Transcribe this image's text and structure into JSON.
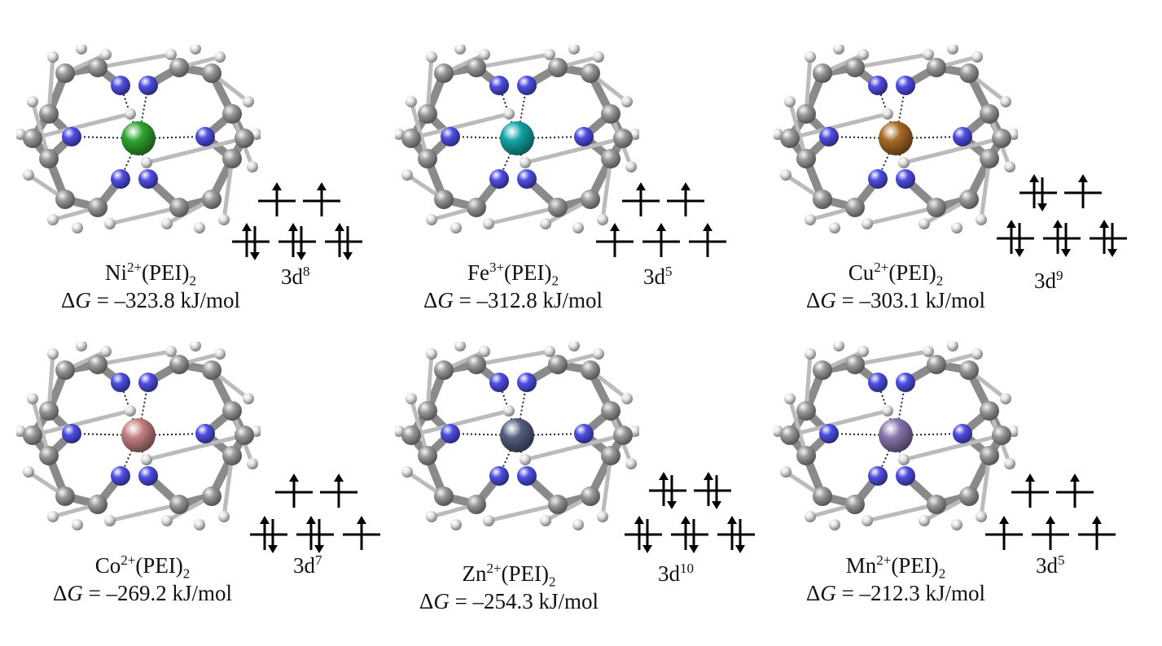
{
  "complexes": [
    {
      "metal": "Ni",
      "charge": "2+",
      "ligand": "(PEI)",
      "sub": "2",
      "dg": "–323.8 kJ/mol",
      "config_base": "3d",
      "config_exp": "8",
      "color": "#2fa52f",
      "orbitals": {
        "top": [
          1,
          1
        ],
        "bottom": [
          2,
          2,
          2
        ]
      }
    },
    {
      "metal": "Fe",
      "charge": "3+",
      "ligand": "(PEI)",
      "sub": "2",
      "dg": "–312.8 kJ/mol",
      "config_base": "3d",
      "config_exp": "5",
      "color": "#13a5a5",
      "orbitals": {
        "top": [
          1,
          1
        ],
        "bottom": [
          1,
          1,
          1
        ]
      }
    },
    {
      "metal": "Cu",
      "charge": "2+",
      "ligand": "(PEI)",
      "sub": "2",
      "dg": "–303.1 kJ/mol",
      "config_base": "3d",
      "config_exp": "9",
      "color": "#a86a28",
      "orbitals": {
        "top": [
          2,
          1
        ],
        "bottom": [
          2,
          2,
          2
        ]
      }
    },
    {
      "metal": "Co",
      "charge": "2+",
      "ligand": "(PEI)",
      "sub": "2",
      "dg": "–269.2 kJ/mol",
      "config_base": "3d",
      "config_exp": "7",
      "color": "#c57f80",
      "orbitals": {
        "top": [
          1,
          1
        ],
        "bottom": [
          2,
          2,
          1
        ]
      }
    },
    {
      "metal": "Zn",
      "charge": "2+",
      "ligand": "(PEI)",
      "sub": "2",
      "dg": "–254.3 kJ/mol",
      "config_base": "3d",
      "config_exp": "10",
      "color": "#535f7f",
      "orbitals": {
        "top": [
          2,
          2
        ],
        "bottom": [
          2,
          2,
          2
        ]
      }
    },
    {
      "metal": "Mn",
      "charge": "2+",
      "ligand": "(PEI)",
      "sub": "2",
      "dg": "–212.3 kJ/mol",
      "config_base": "3d",
      "config_exp": "5",
      "color": "#8774ad",
      "orbitals": {
        "top": [
          1,
          1
        ],
        "bottom": [
          1,
          1,
          1
        ]
      }
    }
  ],
  "dg_symbol": "Δ",
  "dg_var": "G",
  "dg_eq": " = ",
  "colors": {
    "nitrogen": "#4f4fe6",
    "carbon": "#9a9a9a",
    "hydrogen": "#e6e6e6"
  }
}
